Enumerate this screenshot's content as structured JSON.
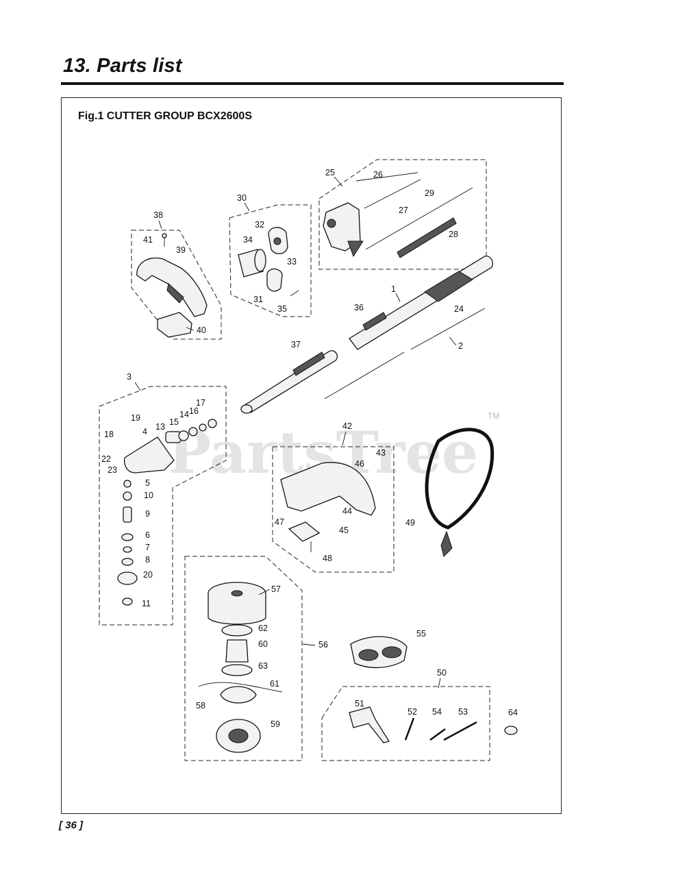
{
  "page": {
    "section_title": "13. Parts list",
    "figure_title": "Fig.1 CUTTER GROUP  BCX2600S",
    "page_number": "36"
  },
  "watermark": {
    "text": "PartsTree",
    "tm": "TM"
  },
  "diagram": {
    "part_numbers": [
      "1",
      "2",
      "3",
      "4",
      "5",
      "6",
      "7",
      "8",
      "9",
      "10",
      "11",
      "13",
      "14",
      "15",
      "16",
      "17",
      "18",
      "19",
      "20",
      "22",
      "23",
      "24",
      "25",
      "26",
      "27",
      "28",
      "29",
      "30",
      "31",
      "32",
      "33",
      "34",
      "35",
      "36",
      "37",
      "38",
      "39",
      "40",
      "41",
      "42",
      "43",
      "44",
      "45",
      "46",
      "47",
      "48",
      "49",
      "50",
      "51",
      "52",
      "53",
      "54",
      "55",
      "56",
      "57",
      "58",
      "59",
      "60",
      "61",
      "62",
      "63",
      "64"
    ]
  }
}
